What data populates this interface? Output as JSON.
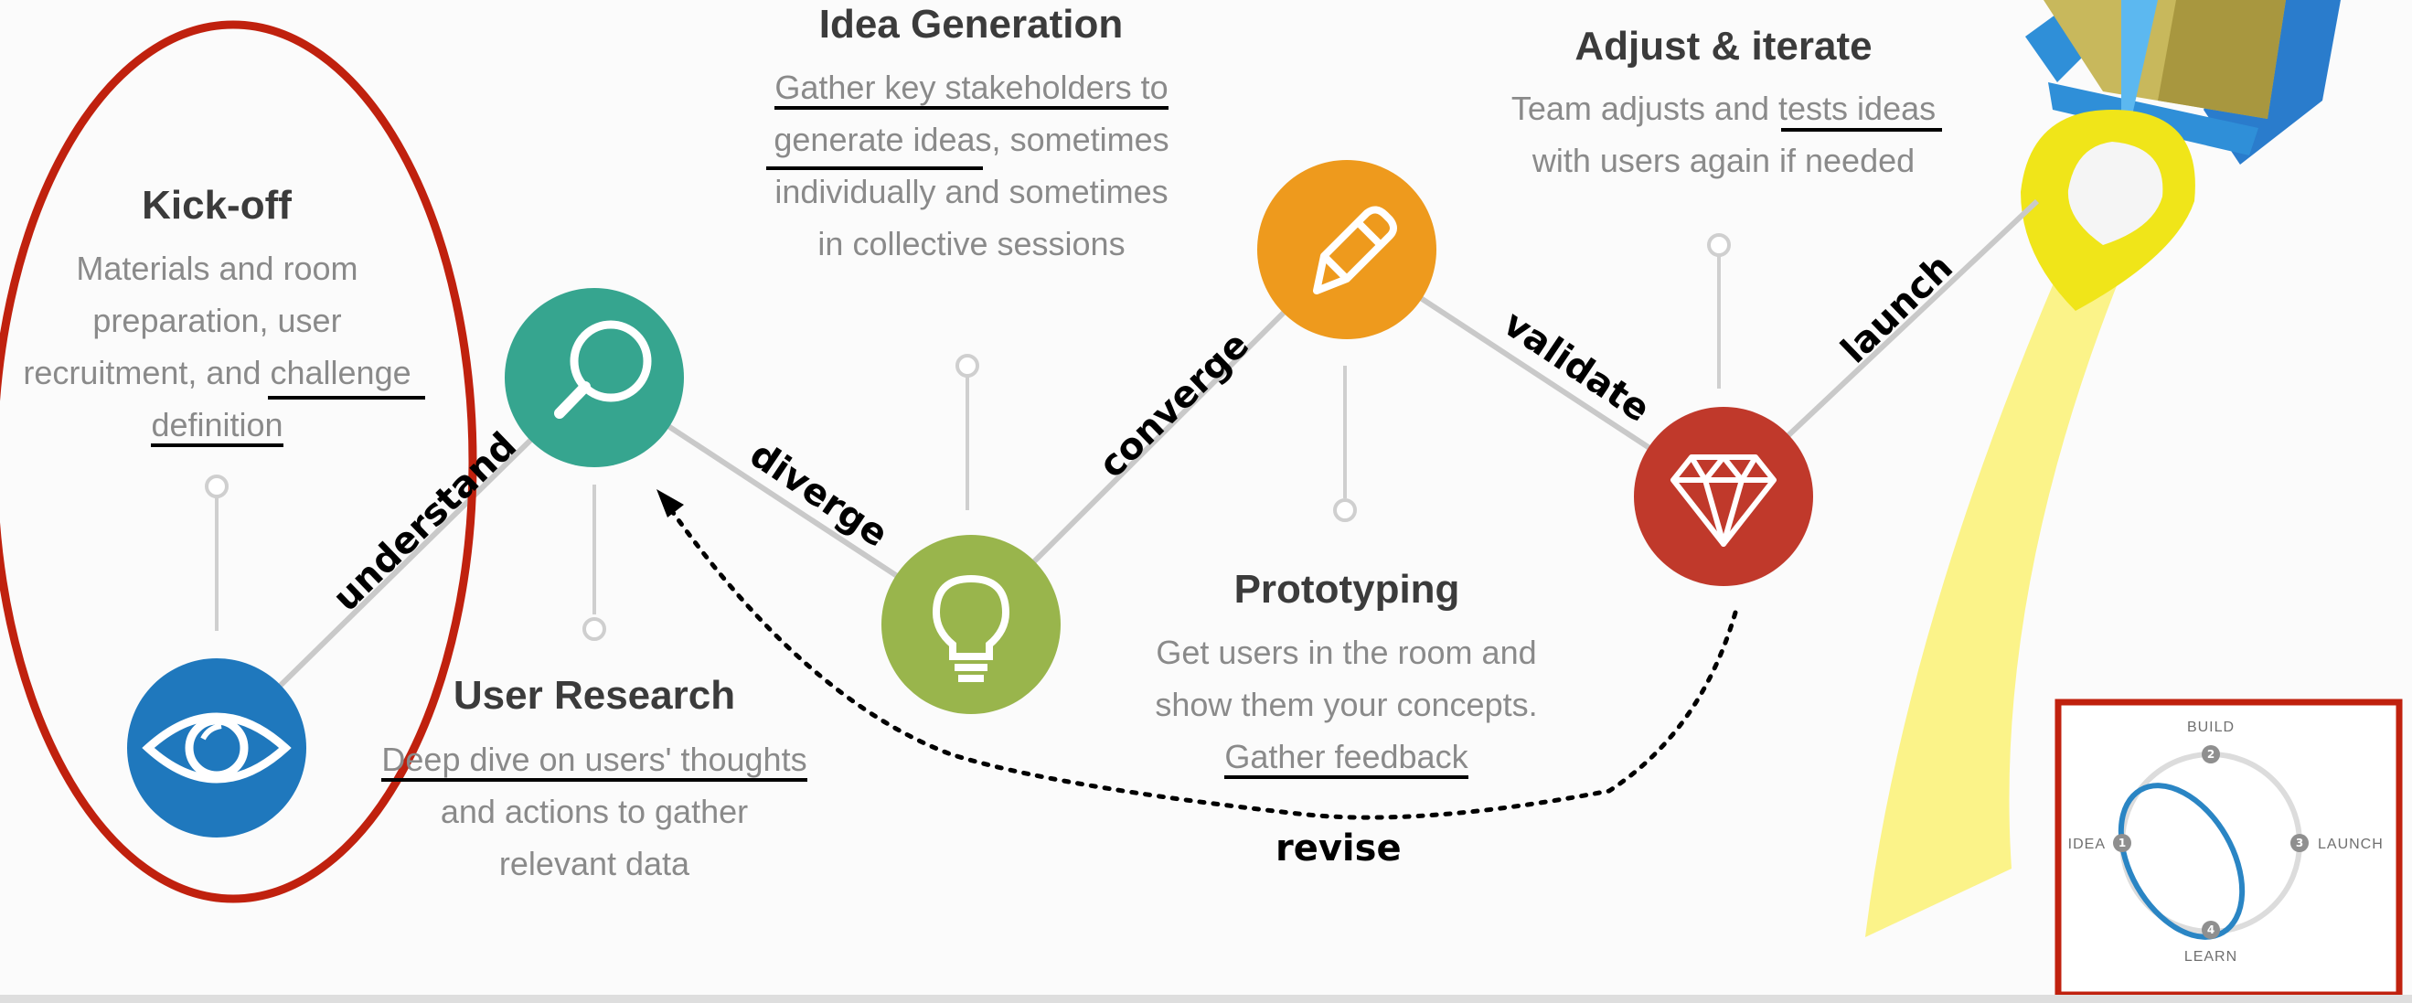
{
  "steps": {
    "kickoff": {
      "title": "Kick-off",
      "lines": [
        "Materials and room",
        "preparation, user",
        "recruitment, and challenge",
        "definition"
      ]
    },
    "research": {
      "title": "User Research",
      "lines": [
        "Deep dive on users' thoughts",
        "and actions to gather",
        "relevant data"
      ]
    },
    "ideation": {
      "title": "Idea Generation",
      "lines": [
        "Gather key stakeholders to",
        "generate ideas, sometimes",
        "individually and sometimes",
        "in collective sessions"
      ]
    },
    "prototyping": {
      "title": "Prototyping",
      "lines": [
        "Get users in the room and",
        "show them your concepts.",
        "Gather feedback"
      ]
    },
    "iterate": {
      "title": "Adjust & iterate",
      "lines": [
        "Team adjusts and tests ideas",
        "with users again if needed"
      ]
    }
  },
  "annotations": {
    "understand": "understand",
    "diverge": "diverge",
    "converge": "converge",
    "validate": "validate",
    "launch": "launch",
    "revise": "revise"
  },
  "cycle": {
    "build": "BUILD",
    "idea": "IDEA",
    "launch": "LAUNCH",
    "learn": "LEARN",
    "n1": "1",
    "n2": "2",
    "n3": "3",
    "n4": "4"
  },
  "colors": {
    "eye": "#1f78bd",
    "search": "#36a58f",
    "bulb": "#99b54c",
    "pencil": "#ee9a1d",
    "diamond": "#c0392b",
    "annotation_red": "#c0210e",
    "rocket_yellow": "#f5ea3a",
    "rocket_blue": "#2f8fd8"
  },
  "icons": [
    "eye-icon",
    "search-icon",
    "lightbulb-icon",
    "pencil-icon",
    "diamond-icon",
    "rocket-icon"
  ]
}
